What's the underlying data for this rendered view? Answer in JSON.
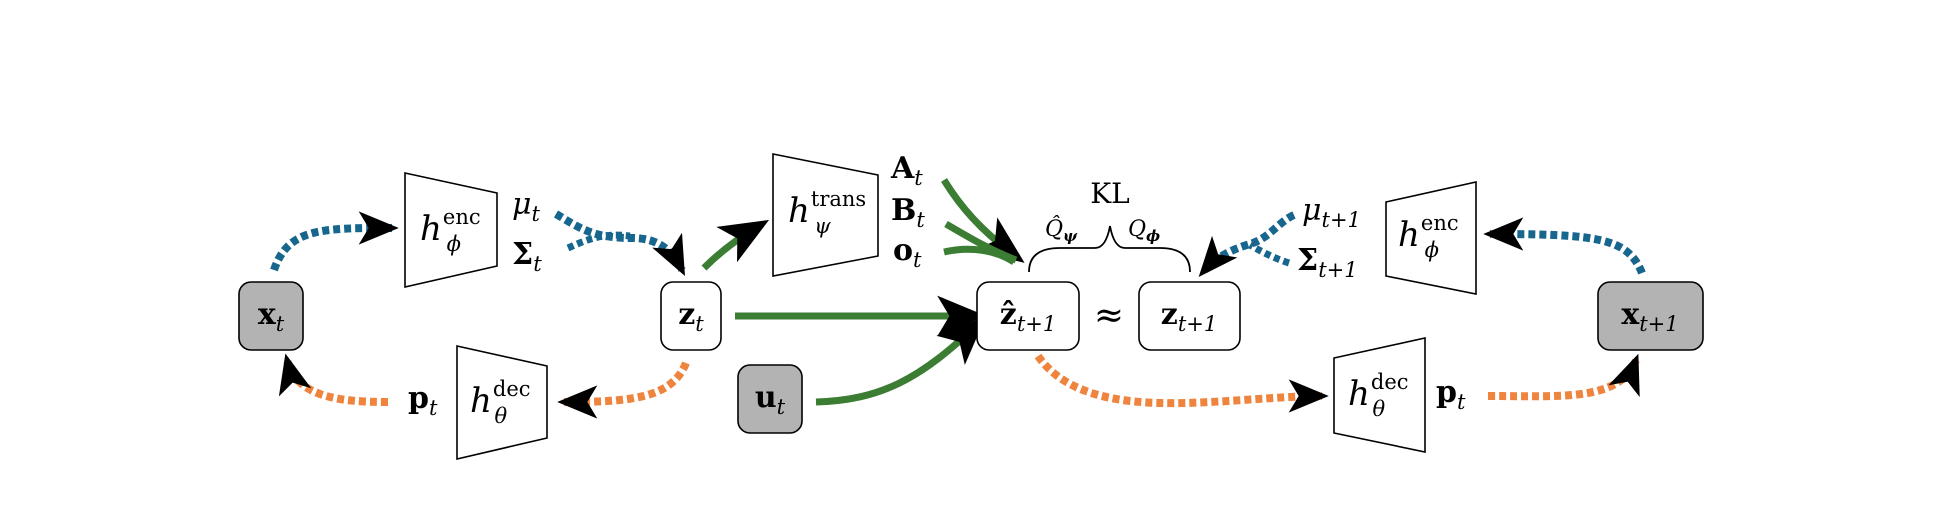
{
  "nodes": {
    "x_t": {
      "main": "x",
      "sub": "t",
      "fill": "#b3b3b3"
    },
    "z_t": {
      "main": "z",
      "sub": "t",
      "fill": "#ffffff"
    },
    "u_t": {
      "main": "u",
      "sub": "t",
      "fill": "#b3b3b3"
    },
    "zhat": {
      "main": "ẑ",
      "sub": "t+1",
      "fill": "#ffffff"
    },
    "z_t1": {
      "main": "z",
      "sub": "t+1",
      "fill": "#ffffff"
    },
    "x_t1": {
      "main": "x",
      "sub": "t+1",
      "fill": "#b3b3b3"
    }
  },
  "modules": {
    "enc_left": {
      "h": "h",
      "sup": "enc",
      "sub": "ϕ"
    },
    "dec_left": {
      "h": "h",
      "sup": "dec",
      "sub": "θ"
    },
    "trans": {
      "h": "h",
      "sup": "trans",
      "sub": "ψ"
    },
    "enc_right": {
      "h": "h",
      "sup": "enc",
      "sub": "ϕ"
    },
    "dec_right": {
      "h": "h",
      "sup": "dec",
      "sub": "θ"
    }
  },
  "labels": {
    "mu_t": {
      "main": "μ",
      "sub": "t"
    },
    "sigma_t": {
      "main": "Σ",
      "sub": "t"
    },
    "p_t_left": {
      "main": "p",
      "sub": "t"
    },
    "A_t": {
      "main": "A",
      "sub": "t"
    },
    "B_t": {
      "main": "B",
      "sub": "t"
    },
    "o_t": {
      "main": "o",
      "sub": "t"
    },
    "mu_t1": {
      "main": "μ",
      "sub": "t+1"
    },
    "sigma_t1": {
      "main": "Σ",
      "sub": "t+1"
    },
    "p_t_right": {
      "main": "p",
      "sub": "t"
    },
    "approx": "≈",
    "kl": "KL",
    "qhat": {
      "main": "Q̂",
      "sub": "ψ"
    },
    "q": {
      "main": "Q",
      "sub": "ϕ"
    }
  },
  "colors": {
    "encoder_arrow": "#17668e",
    "decoder_arrow": "#ee843e",
    "transition_arrow": "#3b7d32",
    "observed_node": "#b3b3b3",
    "latent_node": "#ffffff"
  }
}
